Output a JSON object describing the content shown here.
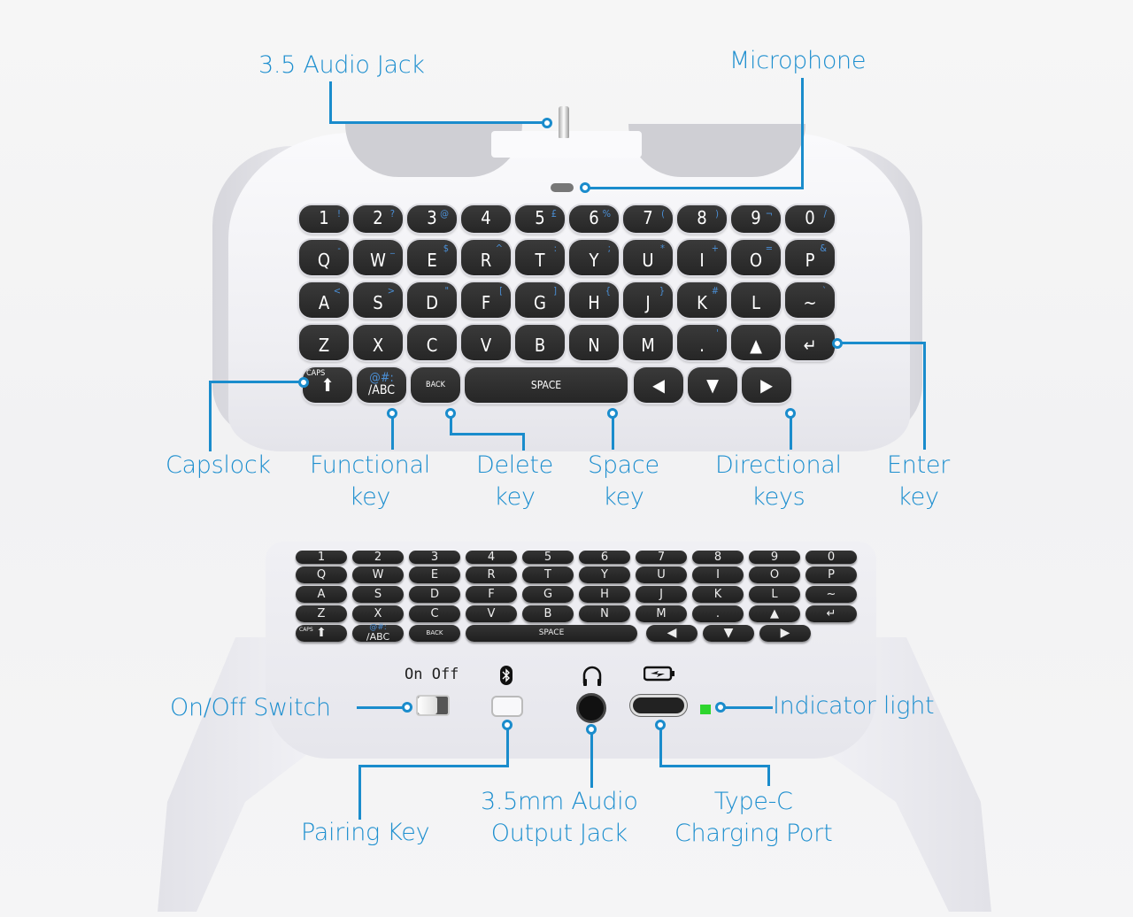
{
  "accent_color": "#1e8fcf",
  "top_view": {
    "labels": {
      "audio_jack": "3.5 Audio Jack",
      "microphone": "Microphone",
      "capslock": "Capslock",
      "functional_key": [
        "Functional",
        "key"
      ],
      "delete_key": [
        "Delete",
        "key"
      ],
      "space_key": [
        "Space",
        "key"
      ],
      "directional_keys": [
        "Directional",
        "keys"
      ],
      "enter_key": [
        "Enter",
        "key"
      ]
    },
    "keyboard": {
      "row1": [
        {
          "k": "1",
          "s": "!"
        },
        {
          "k": "2",
          "s": "?"
        },
        {
          "k": "3",
          "s": "@"
        },
        {
          "k": "4",
          "s": ""
        },
        {
          "k": "5",
          "s": "£"
        },
        {
          "k": "6",
          "s": "%"
        },
        {
          "k": "7",
          "s": "("
        },
        {
          "k": "8",
          "s": ")"
        },
        {
          "k": "9",
          "s": "¬"
        },
        {
          "k": "0",
          "s": "/"
        }
      ],
      "row2": [
        {
          "k": "Q",
          "s": "-"
        },
        {
          "k": "W",
          "s": "_"
        },
        {
          "k": "E",
          "s": "$"
        },
        {
          "k": "R",
          "s": "^"
        },
        {
          "k": "T",
          "s": ":"
        },
        {
          "k": "Y",
          "s": ";"
        },
        {
          "k": "U",
          "s": "*"
        },
        {
          "k": "I",
          "s": "+"
        },
        {
          "k": "O",
          "s": "="
        },
        {
          "k": "P",
          "s": "&"
        }
      ],
      "row3": [
        {
          "k": "A",
          "s": "<"
        },
        {
          "k": "S",
          "s": ">"
        },
        {
          "k": "D",
          "s": "\""
        },
        {
          "k": "F",
          "s": "["
        },
        {
          "k": "G",
          "s": "]"
        },
        {
          "k": "H",
          "s": "{"
        },
        {
          "k": "J",
          "s": "}"
        },
        {
          "k": "K",
          "s": "#"
        },
        {
          "k": "L",
          "s": ""
        },
        {
          "k": "~",
          "s": "`"
        }
      ],
      "row4": [
        {
          "k": "Z",
          "s": ""
        },
        {
          "k": "X",
          "s": ""
        },
        {
          "k": "C",
          "s": ""
        },
        {
          "k": "V",
          "s": ""
        },
        {
          "k": "B",
          "s": ""
        },
        {
          "k": "N",
          "s": ""
        },
        {
          "k": "M",
          "s": ""
        },
        {
          "k": ".",
          "s": "'"
        },
        {
          "k": "▲",
          "s": ""
        },
        {
          "k": "↵",
          "s": ""
        }
      ],
      "row5": {
        "caps_small": "CAPS",
        "caps_arrow": "⬆",
        "func_top": "@#:",
        "func_bottom": "/ABC",
        "back": "BACK",
        "space": "SPACE",
        "left": "◀",
        "down": "▼",
        "right": "▶"
      }
    }
  },
  "bottom_view": {
    "labels": {
      "on_off_switch": "On/Off Switch",
      "indicator_light": "Indicator light",
      "pairing_key": "Pairing Key",
      "audio_output": [
        "3.5mm Audio",
        "Output Jack"
      ],
      "type_c": [
        "Type-C",
        "Charging Port"
      ]
    },
    "switch_text": "On Off",
    "icons": {
      "bluetooth": "bluetooth-icon",
      "headphones": "headphones-icon",
      "battery": "battery-charging-icon"
    },
    "indicator_color": "#2ed52e"
  }
}
